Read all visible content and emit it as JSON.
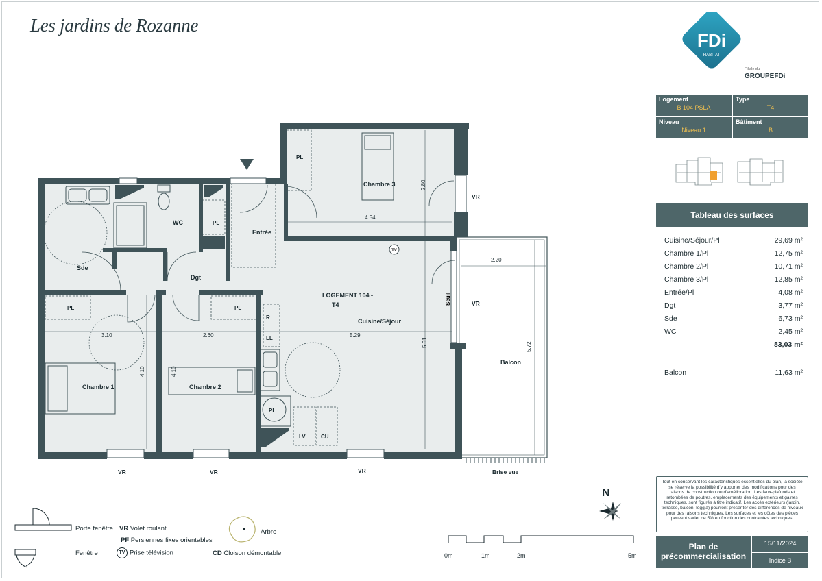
{
  "header": {
    "title": "Les jardins de Rozanne"
  },
  "brand": {
    "logo_text": "FDi",
    "logo_sub": "HABITAT",
    "group_small": "Filiale du",
    "group_name": "GROUPEFDi"
  },
  "info": {
    "logement_label": "Logement",
    "logement_value": "B 104 PSLA",
    "type_label": "Type",
    "type_value": "T4",
    "niveau_label": "Niveau",
    "niveau_value": "Niveau 1",
    "batiment_label": "Bâtiment",
    "batiment_value": "B"
  },
  "surfaces": {
    "heading": "Tableau des surfaces",
    "rows": [
      {
        "name": "Cuisine/Séjour/Pl",
        "value": "29,69 m²"
      },
      {
        "name": "Chambre 1/Pl",
        "value": "12,75 m²"
      },
      {
        "name": "Chambre 2/Pl",
        "value": "10,71 m²"
      },
      {
        "name": "Chambre 3/Pl",
        "value": "12,85 m²"
      },
      {
        "name": "Entrée/Pl",
        "value": "4,08 m²"
      },
      {
        "name": "Dgt",
        "value": "3,77 m²"
      },
      {
        "name": "Sde",
        "value": "6,73 m²"
      },
      {
        "name": "WC",
        "value": "2,45 m²"
      }
    ],
    "total": "83,03 m²",
    "balcon_name": "Balcon",
    "balcon_value": "11,63 m²"
  },
  "note": "Tout en conservant les caractéristiques essentielles du plan, la société se réserve la possibilité d'y apporter des modifications pour des raisons de construction ou d'amélioration. Les faux-plafonds et retombées de poutres, emplacements des équipements et gaines techniques, sont figurés à titre indicatif. Les accès extérieurs (jardin, terrasse, balcon, loggia) pourront présenter des différences de niveaux pour des raisons techniques. Les surfaces et les côtes des pièces peuvent varier de 5% en fonction des contraintes techniques.",
  "footer": {
    "plan_line1": "Plan de",
    "plan_line2": "précommercialisation",
    "date": "15/11/2024",
    "indice": "Indice B"
  },
  "plan": {
    "rooms": {
      "chambre3": "Chambre 3",
      "wc": "WC",
      "entree": "Entrée",
      "sde": "Sde",
      "dgt": "Dgt",
      "logement": "LOGEMENT 104 -",
      "logement_type": "T4",
      "cuisine": "Cuisine/Séjour",
      "chambre1": "Chambre 1",
      "chambre2": "Chambre 2",
      "balcon": "Balcon",
      "pl": "PL",
      "r": "R",
      "ll": "LL",
      "lv": "LV",
      "cu": "CU",
      "tv": "TV",
      "seuil": "Seuil"
    },
    "labels": {
      "vr": "VR",
      "brise_vue": "Brise vue"
    },
    "dims": {
      "d280": "2.80",
      "d454": "4.54",
      "d220": "2.20",
      "d310": "3.10",
      "d260": "2.60",
      "d529": "5.29",
      "d561": "5.61",
      "d572": "5.72",
      "d410a": "4.10",
      "d410b": "4.10"
    }
  },
  "legend": {
    "porte_fenetre": "Porte fenêtre",
    "fenetre": "Fenêtre",
    "vr_abbr": "VR",
    "vr_text": "Volet roulant",
    "pf_abbr": "PF",
    "pf_text": "Persiennes fixes orientables",
    "tv_abbr": "TV",
    "tv_text": "Prise télévision",
    "cd_abbr": "CD",
    "cd_text": "Cloison démontable",
    "arbre": "Arbre"
  },
  "scale": {
    "s0": "0m",
    "s1": "1m",
    "s2": "2m",
    "s5": "5m"
  },
  "compass": {
    "north": "N"
  },
  "colors": {
    "panel": "#4e6669",
    "wall": "#3f5358",
    "floor": "#e8ecec",
    "accent": "#f0c050"
  }
}
